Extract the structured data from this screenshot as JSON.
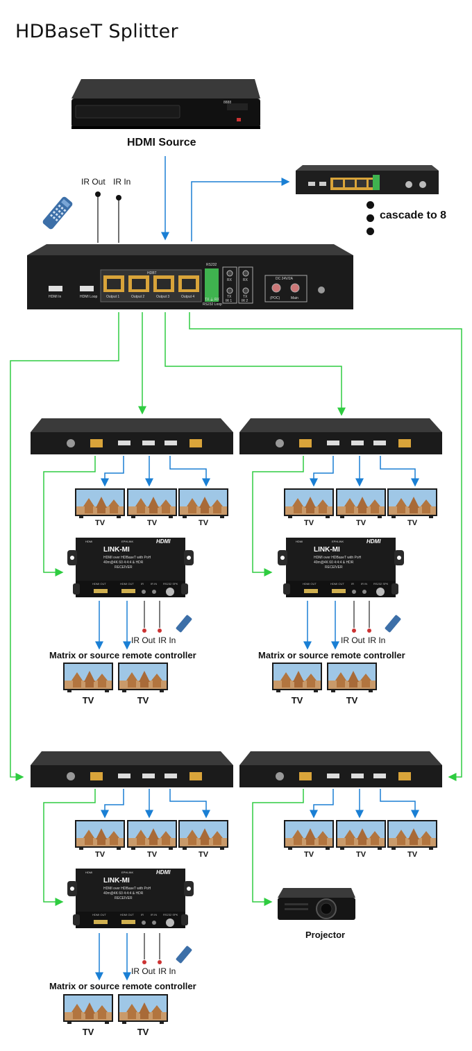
{
  "title": "HDBaseT Splitter",
  "source": {
    "label": "HDMI Source",
    "display": "8888"
  },
  "ir_labels": {
    "ir_out": "IR Out",
    "ir_in": "IR In"
  },
  "cascade": {
    "label": "cascade to 8"
  },
  "splitter_panel": {
    "rs232": "RS232",
    "rx": "RX",
    "tx": "TX",
    "gnd": "⏚",
    "rs232_loop": "RS232 Loop",
    "ir1": "IR 1",
    "ir2": "IR 2",
    "dc": "DC 24V/2A",
    "poc": "(POC)",
    "main": "Main",
    "hdmi_in": "HDMI In",
    "hdmi_loop": "HDMI Loop",
    "hdbt": "HDBT",
    "outputs": [
      "Output 1",
      "Output 2",
      "Output 3",
      "Output 4"
    ]
  },
  "receiver": {
    "badge1": "HDMI",
    "badge2": "EPHLINK",
    "hdmi_logo": "HDMI",
    "brand": "LINK-MI",
    "line1": "HDMI over HDBaseT with PoH",
    "line2": "40m@4K 60 4:4:4 & HDR",
    "line3": "RECEIVER",
    "ports": [
      "HDMI OUT",
      "HDMI OUT",
      "IR",
      "IR IN",
      "RS232 SPK"
    ]
  },
  "tv_label": "TV",
  "controller_label": "Matrix or source remote controller",
  "projector_label": "Projector",
  "colors": {
    "green": "#2ecc40",
    "blue": "#1a7fd4",
    "device": "#1e1e1e",
    "rj45": "#d9a43a"
  }
}
